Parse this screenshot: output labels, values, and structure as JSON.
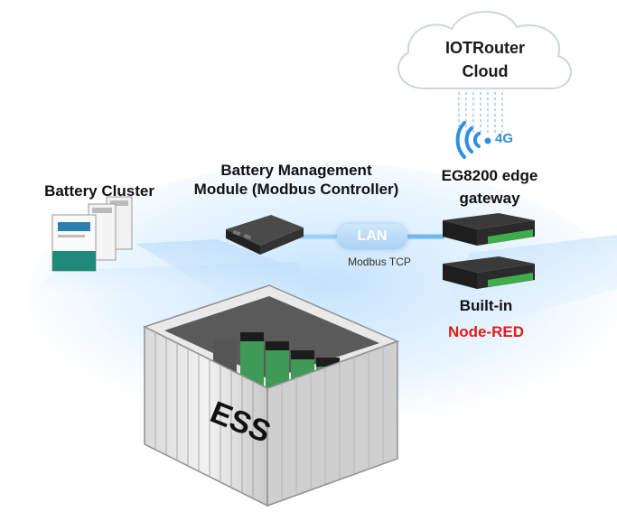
{
  "cloud": {
    "line1": "IOTRouter",
    "line2": "Cloud",
    "signal_label": "4G",
    "icon": "wifi-signal-icon"
  },
  "nodes": {
    "battery_cluster": "Battery Cluster",
    "bms_line1": "Battery Management",
    "bms_line2": "Module (Modbus Controller)",
    "gateway_line1": "EG8200 edge",
    "gateway_line2": "gateway",
    "builtin": "Built-in",
    "nodered": "Node-RED"
  },
  "link": {
    "lan": "LAN",
    "protocol": "Modbus TCP"
  },
  "container": {
    "label": "ESS"
  },
  "colors": {
    "accent_blue": "#2f8fe0",
    "nodered_red": "#e11d1d",
    "device_dark": "#2a2a2a",
    "terminal_green": "#3fae4a"
  }
}
